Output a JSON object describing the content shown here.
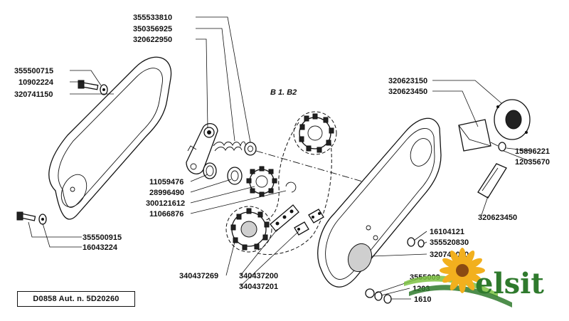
{
  "drawing": {
    "code": "D0858 Aut. n. 5D20260",
    "group_ref": "B 1. B2",
    "brand": "elsit",
    "labels": {
      "p355533810": "355533810",
      "p350356925": "350356925",
      "p320622950": "320622950",
      "p355500715": "355500715",
      "p10902224": "10902224",
      "p320741150": "320741150",
      "p11059476": "11059476",
      "p28996490": "28996490",
      "p300121612": "300121612",
      "p11066876": "11066876",
      "p355500915": "355500915",
      "p16043224": "16043224",
      "p340437269": "340437269",
      "p340437200": "340437200",
      "p340437201": "340437201",
      "p320623150": "320623150",
      "p320623450a": "320623450",
      "p15896221": "15896221",
      "p12035670": "12035670",
      "p320623450b": "320623450",
      "p16104121": "16104121",
      "p355520830": "355520830",
      "p320741050": "320741050",
      "p3555009": "3555009",
      "p1203": "1203",
      "p1610": "1610"
    }
  }
}
